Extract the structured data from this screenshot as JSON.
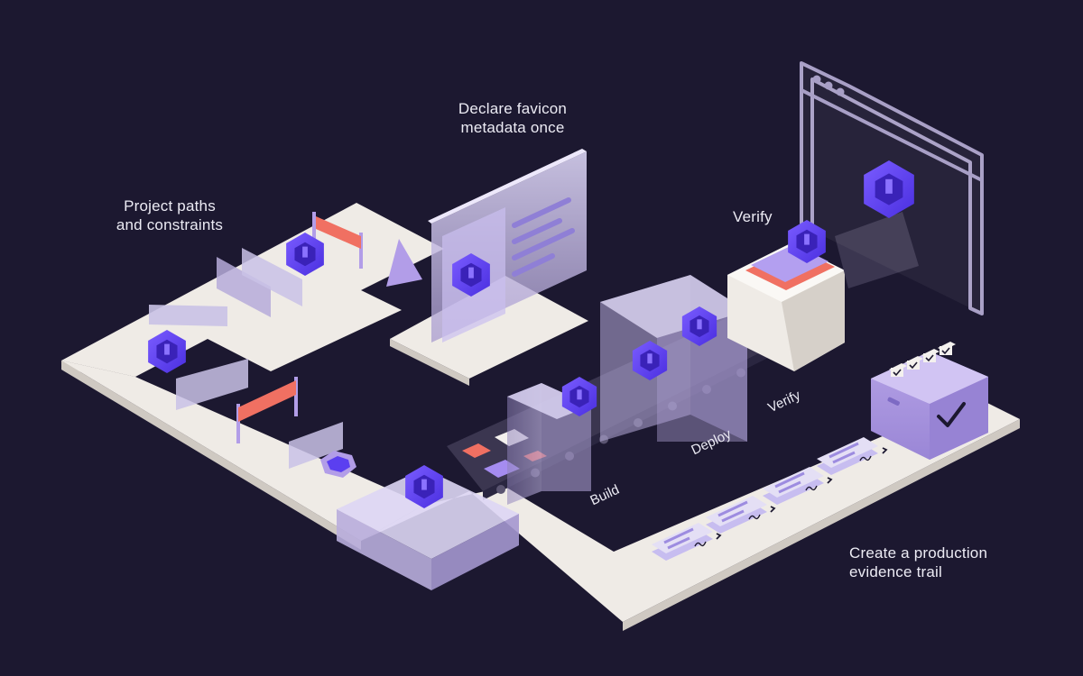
{
  "labels": {
    "project_paths": [
      "Project paths",
      "and constraints"
    ],
    "declare_metadata": [
      "Declare favicon",
      "metadata once"
    ],
    "verify_top": "Verify",
    "evidence_trail": [
      "Create a production",
      "evidence trail"
    ]
  },
  "conveyor_steps": [
    "Build",
    "Deploy",
    "Verify"
  ],
  "colors": {
    "background": "#1c1830",
    "path_top": "#efebe6",
    "path_side": "#cfc9c2",
    "accent_purple": "#5b3ff0",
    "light_purple": "#b7a6ef",
    "coral": "#f07062",
    "belt": "#3b3650"
  },
  "icons": [
    "favicon-hexagon-icon",
    "checkmark-icon",
    "signature-icon",
    "arrow-right-icon"
  ]
}
